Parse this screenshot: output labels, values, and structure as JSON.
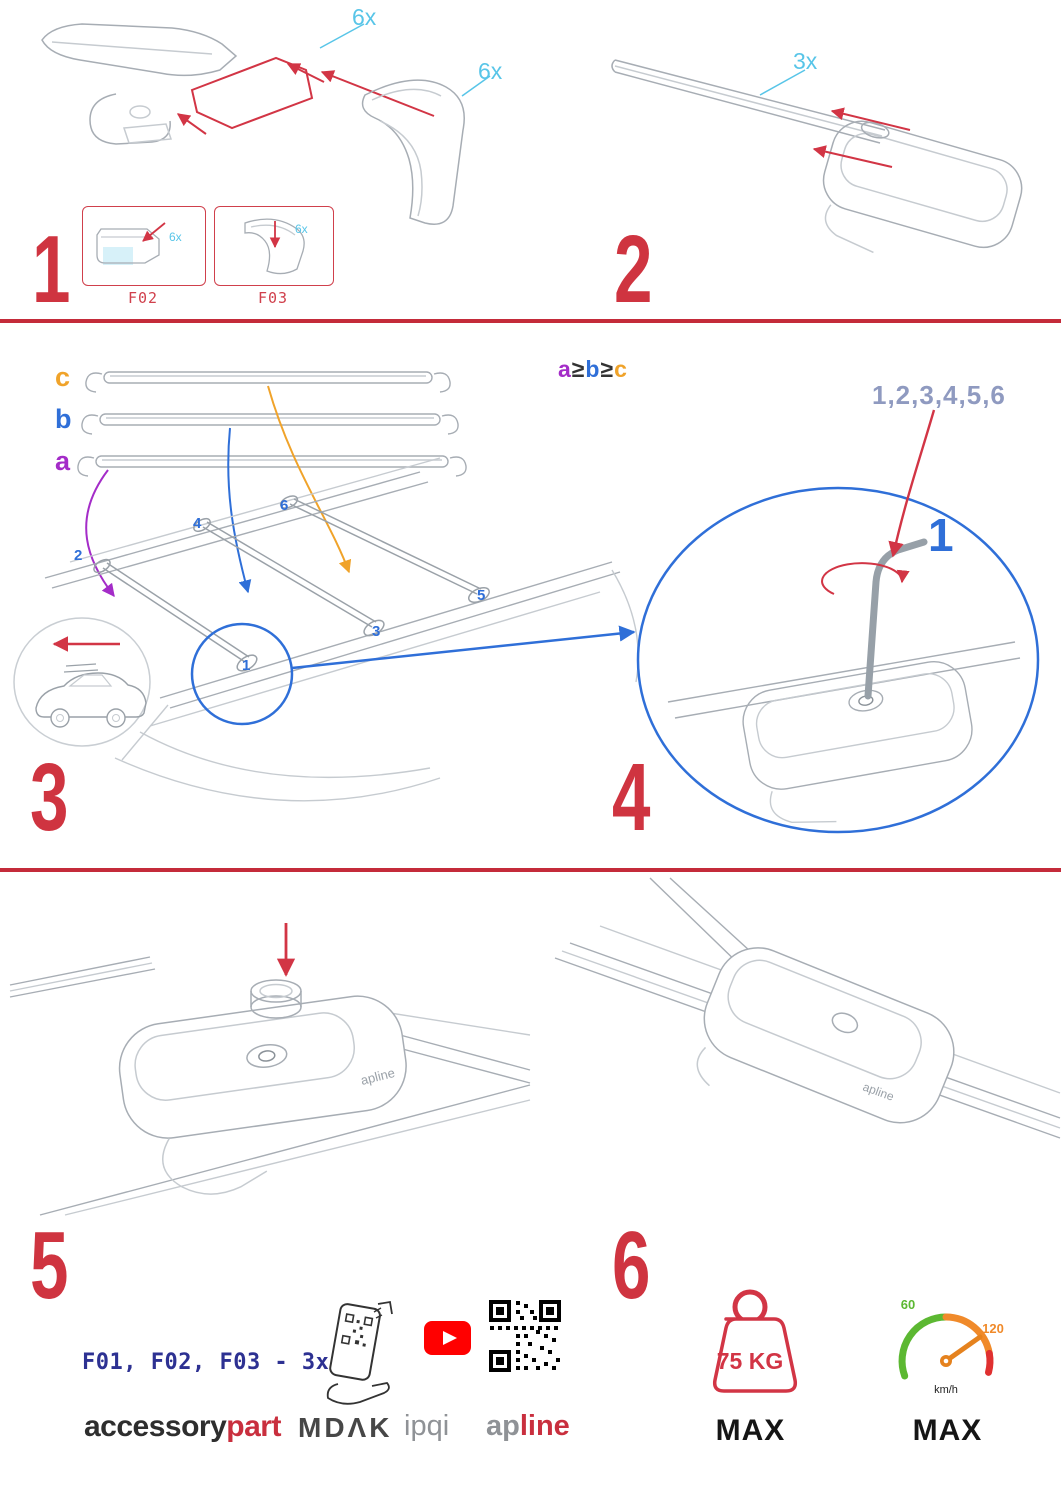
{
  "colors": {
    "accent_red": "#cf3440",
    "cyan": "#58c5e8",
    "blue": "#2f6fd8",
    "purple": "#a42cc8",
    "orange": "#f0a32a",
    "navy": "#2d3192",
    "slate_blue": "#8f9ac0",
    "youtube_red": "#ff0000",
    "speed_green": "#5cb832",
    "speed_orange": "#f08a2a"
  },
  "step1": {
    "numeral": "1",
    "cap_qty": "6x",
    "cover_qty": "6x",
    "boxes": [
      {
        "code": "F02",
        "qty": "6x"
      },
      {
        "code": "F03",
        "qty": "6x"
      }
    ]
  },
  "step2": {
    "numeral": "2",
    "bar_qty": "3x"
  },
  "step3": {
    "numeral": "3",
    "bar_c": "c",
    "bar_b": "b",
    "bar_a": "a",
    "rule_a": "a",
    "rule_ge1": "≥",
    "rule_b": "b",
    "rule_ge2": "≥",
    "rule_c": "c",
    "positions": {
      "p1": "1",
      "p2": "2",
      "p3": "3",
      "p4": "4",
      "p5": "5",
      "p6": "6"
    }
  },
  "step4": {
    "numeral": "4",
    "tighten_sequence": "1,2,3,4,5,6",
    "sequence_start": "1"
  },
  "step5": {
    "numeral": "5"
  },
  "step6": {
    "numeral": "6"
  },
  "art": {
    "clamp_logo": "apline"
  },
  "footer": {
    "parts_note": "F01, F02, F03 - 3x",
    "brand_accessory": "accessory",
    "brand_part": "part",
    "brand_mdak": "MDΛK",
    "brand_ipqi": "ipqi",
    "brand_ap": "ap",
    "brand_line": "line",
    "weight_value": "75 KG",
    "weight_max_label": "MAX",
    "speed_green_value": "60",
    "speed_orange_value": "120",
    "speed_unit": "km/h",
    "speed_max_label": "MAX"
  }
}
